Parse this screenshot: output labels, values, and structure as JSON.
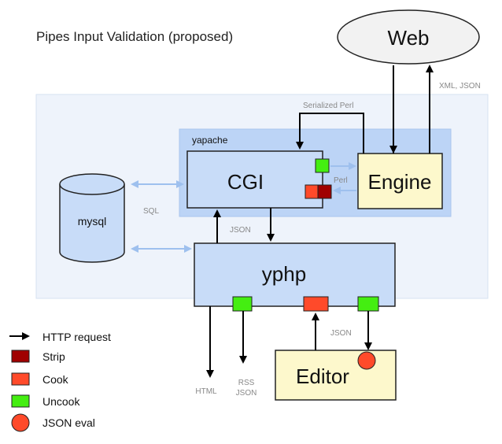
{
  "title": "Pipes Input Validation (proposed)",
  "nodes": {
    "web": "Web",
    "cgi": "CGI",
    "engine": "Engine",
    "mysql": "mysql",
    "yphp": "yphp",
    "editor": "Editor",
    "yapache": "yapache"
  },
  "edge_labels": {
    "serialized_perl": "Serialized Perl",
    "perl": "Perl",
    "sql": "SQL",
    "json_cgi_yphp": "JSON",
    "xml_json": "XML, JSON",
    "json_editor": "JSON",
    "html": "HTML",
    "rss": "RSS",
    "rss_json": "JSON"
  },
  "legend": [
    {
      "label": "HTTP request",
      "symbol": "arrow",
      "color": "#000000"
    },
    {
      "label": "Strip",
      "symbol": "square",
      "color": "#a00000"
    },
    {
      "label": "Cook",
      "symbol": "square",
      "color": "#ff4a2a"
    },
    {
      "label": "Uncook",
      "symbol": "square",
      "color": "#44ee11"
    },
    {
      "label": "JSON eval",
      "symbol": "circle",
      "color": "#ff4a2a"
    }
  ],
  "colors": {
    "panel": "#eef3fb",
    "yapache": "#bcd4f6",
    "box": "#c8dcf8",
    "engine": "#fdf8cc",
    "strip": "#a00000",
    "cook": "#ff4a2a",
    "uncook": "#44ee11"
  }
}
